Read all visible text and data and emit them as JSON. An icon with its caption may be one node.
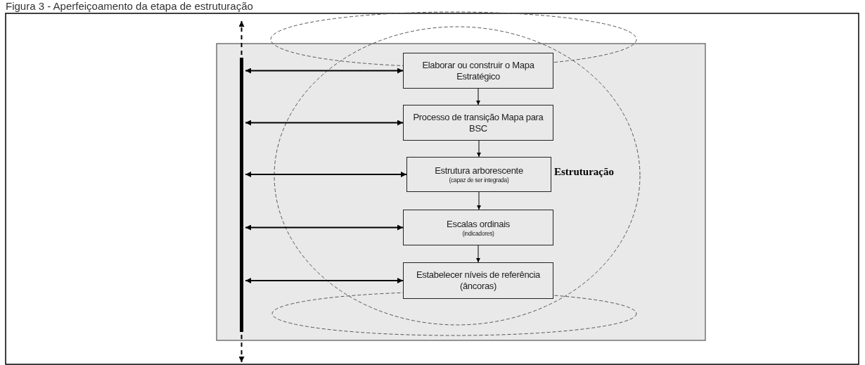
{
  "diagram": {
    "title": "Figura 3 - Aperfeiçoamento da etapa de estruturação",
    "nodes": [
      {
        "text": [],
        "shape": "bar"
      },
      {
        "text": [
          "Elaborar ou construir o Mapa Estratégico"
        ]
      },
      {
        "text": [
          "Processo de transição Mapa para BSC"
        ]
      },
      {
        "text": [
          "Estrutura arborescente",
          "(capaz de ser integrada)"
        ]
      },
      {
        "text": [
          "Escalas ordinais",
          "(indicadores)"
        ]
      },
      {
        "text": [
          "Estabelecer níveis de referência (âncoras)"
        ]
      }
    ],
    "edges": [
      {
        "from": 0,
        "to": 1,
        "arrow": "both"
      },
      {
        "from": 0,
        "to": 2,
        "arrow": "both"
      },
      {
        "from": 0,
        "to": 3,
        "arrow": "both"
      },
      {
        "from": 0,
        "to": 4,
        "arrow": "both"
      },
      {
        "from": 0,
        "to": 5,
        "arrow": "both"
      },
      {
        "from": 1,
        "to": 2,
        "arrow": "to"
      },
      {
        "from": 2,
        "to": 3,
        "arrow": "to"
      },
      {
        "from": 3,
        "to": 4,
        "arrow": "to"
      },
      {
        "from": 4,
        "to": 5,
        "arrow": "to"
      },
      {
        "from": 0,
        "to": null,
        "arrow": "to",
        "style": "dashed"
      },
      {
        "from": 0,
        "to": null,
        "arrow": "to",
        "style": "dashed"
      }
    ],
    "labels": [
      "Estruturação"
    ]
  }
}
